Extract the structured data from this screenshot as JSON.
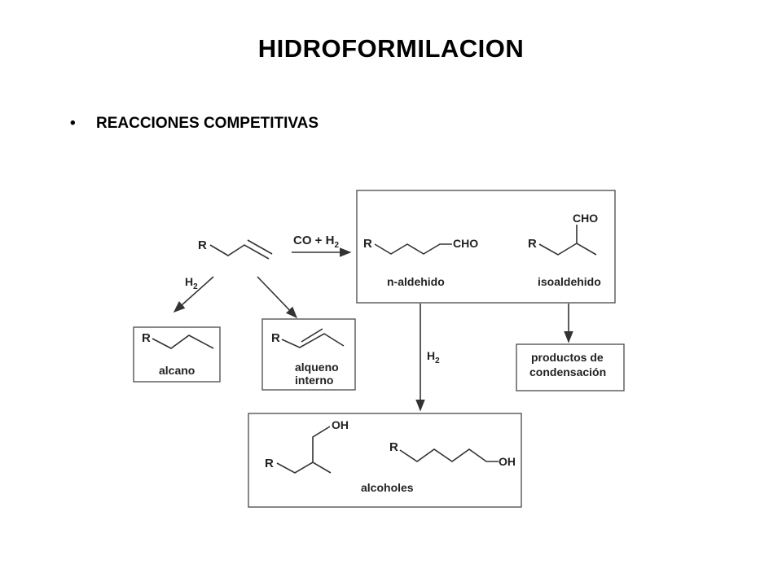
{
  "title": "HIDROFORMILACION",
  "bullet": {
    "symbol": "•",
    "text": "REACCIONES COMPETITIVAS"
  },
  "scheme": {
    "r": "R",
    "reagent_hydroformylation": "CO + H",
    "reagent_h2": "H",
    "subscript_2": "2",
    "cho": "CHO",
    "oh": "OH",
    "n_aldehyde": "n-aldehido",
    "isoaldehyde": "isoaldehido",
    "alkane": "alcano",
    "internal_alkene_1": "alqueno",
    "internal_alkene_2": "interno",
    "condensation_1": "productos de",
    "condensation_2": "condensación",
    "alcohols": "alcoholes"
  },
  "colors": {
    "line": "#333333",
    "box": "#555555",
    "text": "#222222"
  }
}
